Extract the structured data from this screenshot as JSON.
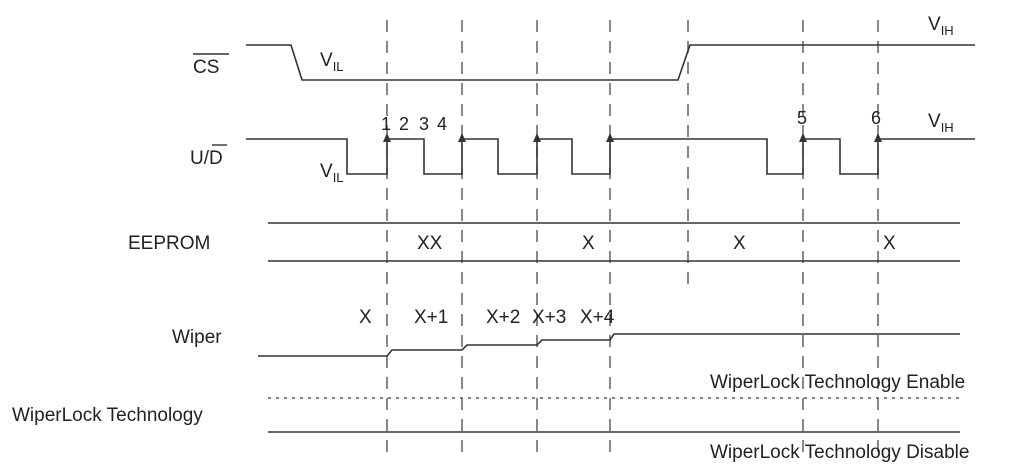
{
  "signals": {
    "cs": "CS",
    "ud_prefix": "U/",
    "ud_bar": "D",
    "eeprom": "EEPROM",
    "wiper": "Wiper",
    "wiperlock": "WiperLock Technology"
  },
  "levels": {
    "v": "V",
    "ih_sub": "IH",
    "il_sub": "IL"
  },
  "pulse_numbers": [
    "1",
    "2",
    "3",
    "4",
    "5",
    "6"
  ],
  "eeprom_values": [
    "XX",
    "X",
    "X",
    "X"
  ],
  "wiper_values": [
    "X",
    "X+1",
    "X+2",
    "X+3",
    "X+4"
  ],
  "wiperlock_states": {
    "enable": "WiperLock Technology Enable",
    "disable": "WiperLock Technology Disable"
  }
}
